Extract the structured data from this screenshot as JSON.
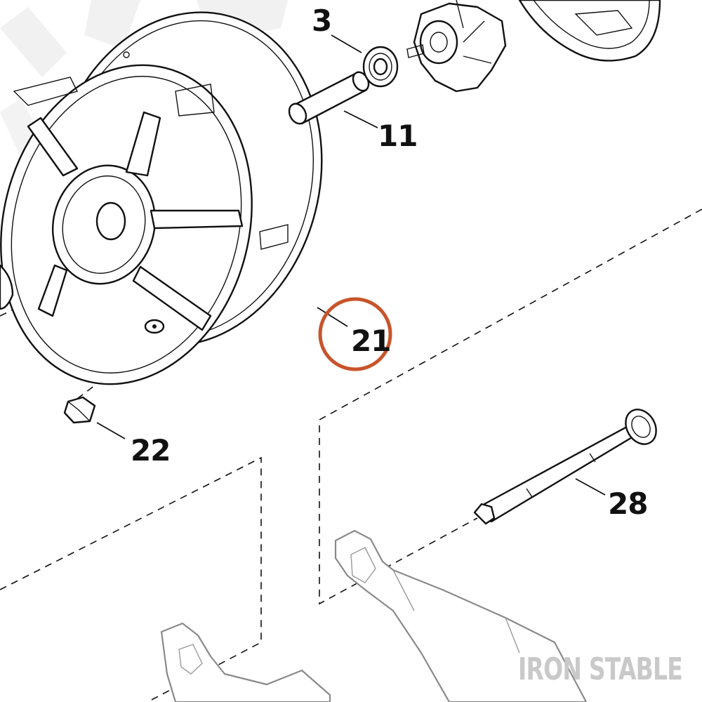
{
  "callouts": [
    {
      "id": "3",
      "label": "3"
    },
    {
      "id": "11",
      "label": "11"
    },
    {
      "id": "21",
      "label": "21"
    },
    {
      "id": "22",
      "label": "22"
    },
    {
      "id": "28",
      "label": "28"
    }
  ],
  "highlight": {
    "target": "21",
    "color": "#c8542b"
  },
  "watermark": {
    "text": "IRON STABLE",
    "color": "#c9c9c9"
  },
  "icons": [
    "rear-wheel-icon",
    "bearing-icon",
    "spacer-icon",
    "balance-weight-icon",
    "axle-icon",
    "sprocket-icon",
    "pulley-icon",
    "swingarm-icon"
  ]
}
